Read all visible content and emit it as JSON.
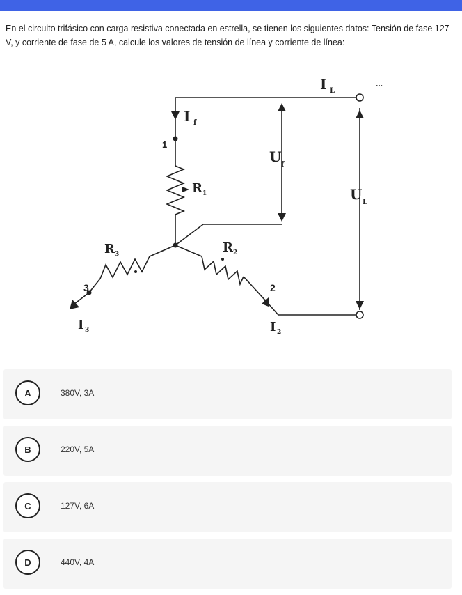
{
  "question": {
    "text": "En el circuito trifásico con carga resistiva conectada en estrella, se tienen los siguientes datos: Tensión de fase 127 V, y corriente de fase de 5 A, calcule los valores de tensión de línea y corriente de línea:"
  },
  "diagram": {
    "labels": {
      "IL": "I",
      "IL_sub": "L",
      "If": "I",
      "If_sub": "f",
      "Uf": "U",
      "Uf_sub": "f",
      "UL": "U",
      "UL_sub": "L",
      "R1": "R",
      "R1_sub": "1",
      "R2": "R",
      "R2_sub": "2",
      "R3": "R",
      "R3_sub": "3",
      "I2": "I",
      "I2_sub": "2",
      "I3": "I",
      "I3_sub": "3",
      "n1": "1",
      "n2": "2",
      "n3": "3",
      "dots": "..."
    }
  },
  "options": [
    {
      "letter": "A",
      "text": "380V, 3A"
    },
    {
      "letter": "B",
      "text": "220V, 5A"
    },
    {
      "letter": "C",
      "text": "127V, 6A"
    },
    {
      "letter": "D",
      "text": "440V, 4A"
    }
  ]
}
